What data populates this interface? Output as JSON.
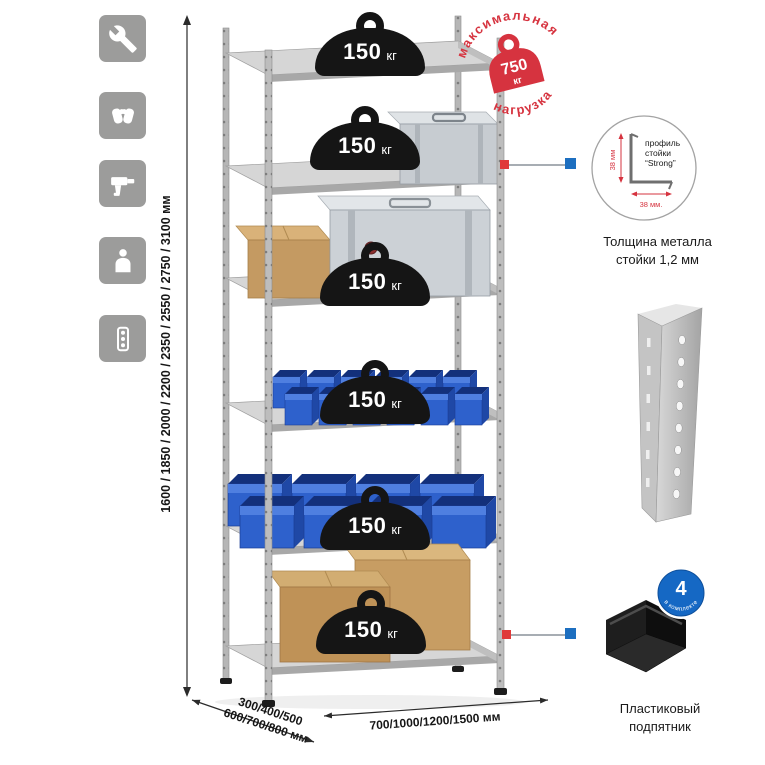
{
  "colors": {
    "accent_red": "#d6333f",
    "accent_blue": "#1d6fc0",
    "tile_gray": "#9c9c9b",
    "bin_blue": "#2e61cc",
    "metal_gray": "#c0c0c0"
  },
  "left_icons": [
    {
      "name": "wrench-icon"
    },
    {
      "name": "gloves-icon"
    },
    {
      "name": "drill-icon"
    },
    {
      "name": "person-icon"
    },
    {
      "name": "fasteners-icon"
    }
  ],
  "dimensions": {
    "height": "1600 / 1850 / 2000 / 2200 / 2350 / 2550 / 2750 / 3100 мм",
    "depth_line1": "300/400/500",
    "depth_line2": "600/700/800 мм",
    "width": "700/1000/1200/1500 мм"
  },
  "shelf_badges": [
    {
      "value": "150",
      "unit": "кг"
    },
    {
      "value": "150",
      "unit": "кг"
    },
    {
      "value": "150",
      "unit": "кг"
    },
    {
      "value": "150",
      "unit": "кг"
    },
    {
      "value": "150",
      "unit": "кг"
    },
    {
      "value": "150",
      "unit": "кг"
    }
  ],
  "max_load": {
    "arc_top": "максимальная",
    "arc_bottom": "нагрузка",
    "value": "750",
    "unit": "кг"
  },
  "profile_detail": {
    "label_line1": "профиль",
    "label_line2": "стойки",
    "label_line3": "“Strong”",
    "dim_vertical": "38 мм",
    "dim_horizontal": "38 мм.",
    "caption_line1": "Толщина металла",
    "caption_line2": "стойки 1,2 мм"
  },
  "foot_detail": {
    "badge_value": "4",
    "badge_arc": "в комплекте",
    "caption_line1": "Пластиковый",
    "caption_line2": "подпятник"
  }
}
